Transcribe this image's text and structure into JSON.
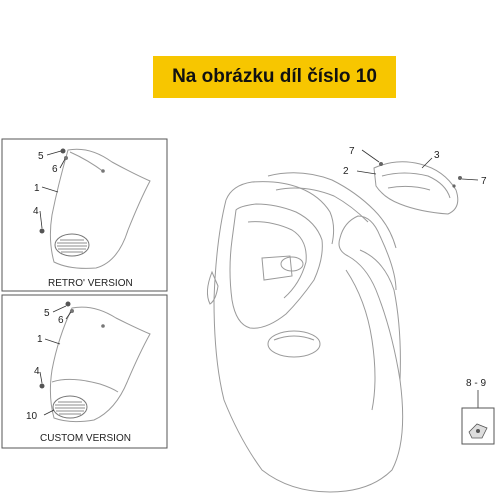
{
  "banner": {
    "text": "Na obrázku díl číslo 10",
    "color": "#f7c600"
  },
  "retro_panel": {
    "caption": "RETRO' VERSION",
    "callouts": [
      "5",
      "6",
      "1",
      "4"
    ]
  },
  "custom_panel": {
    "caption": "CUSTOM  VERSION",
    "callouts": [
      "5",
      "6",
      "1",
      "4",
      "10"
    ]
  },
  "main_callouts": [
    "7",
    "2",
    "3",
    "7"
  ],
  "small_part": {
    "label": "8 - 9"
  }
}
